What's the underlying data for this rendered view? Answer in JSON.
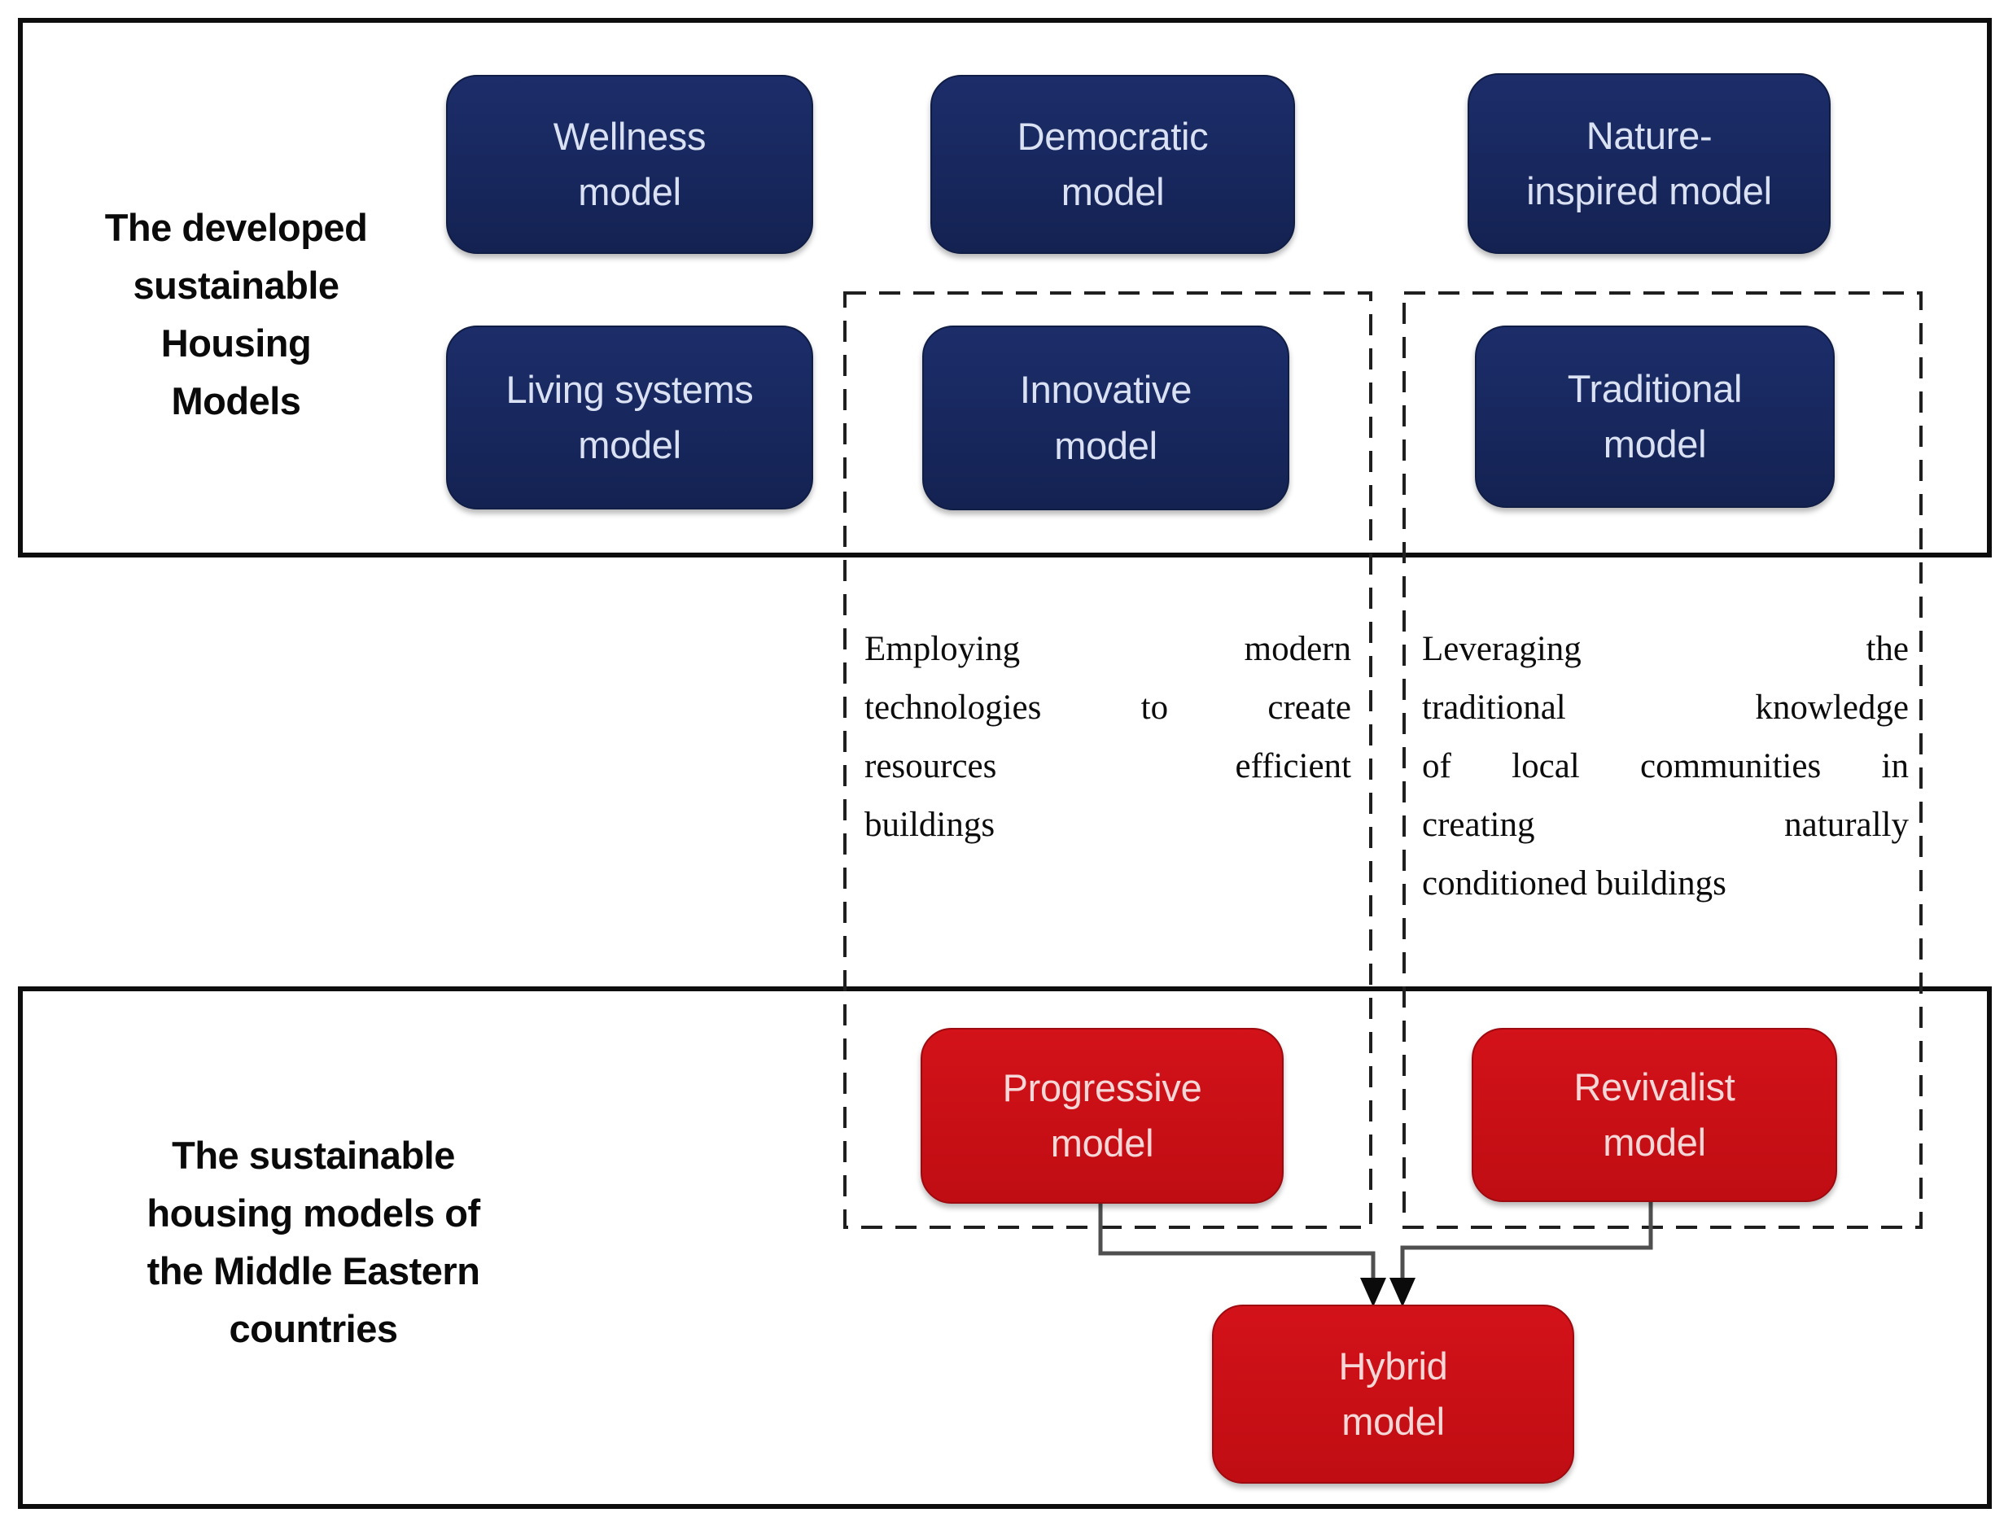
{
  "top_section": {
    "label_lines": [
      "The developed",
      "sustainable",
      "Housing",
      "Models"
    ],
    "row1": [
      {
        "lines": [
          "Wellness",
          "model"
        ]
      },
      {
        "lines": [
          "Democratic",
          "model"
        ]
      },
      {
        "lines": [
          "Nature-",
          "inspired model"
        ]
      }
    ],
    "row2": [
      {
        "lines": [
          "Living systems",
          "model"
        ]
      },
      {
        "lines": [
          "Innovative",
          "model"
        ]
      },
      {
        "lines": [
          "Traditional",
          "model"
        ]
      }
    ]
  },
  "notes": {
    "innovative": {
      "lines": [
        "Employing modern",
        "technologies to create",
        "resources efficient",
        "buildings"
      ]
    },
    "traditional": {
      "lines": [
        "Leveraging the",
        "traditional knowledge",
        "of local communities in",
        "creating naturally",
        "conditioned buildings"
      ]
    }
  },
  "bottom_section": {
    "label_lines": [
      "The sustainable",
      "housing models of",
      "the  Middle Eastern",
      "countries"
    ],
    "boxes": [
      {
        "lines": [
          "Progressive",
          "model"
        ]
      },
      {
        "lines": [
          "Revivalist",
          "model"
        ]
      }
    ],
    "hybrid": {
      "lines": [
        "Hybrid",
        "model"
      ]
    }
  },
  "colors": {
    "navy_box": "#17265a",
    "navy_box_text": "#d9e1f2",
    "red_box": "#c90f16",
    "red_box_text": "#f6d7d7",
    "frame_border": "#0d0d0d",
    "dashed_border": "#1f1f1f",
    "connector_gray": "#4f4f4f",
    "arrow_black": "#0b0b0b"
  }
}
